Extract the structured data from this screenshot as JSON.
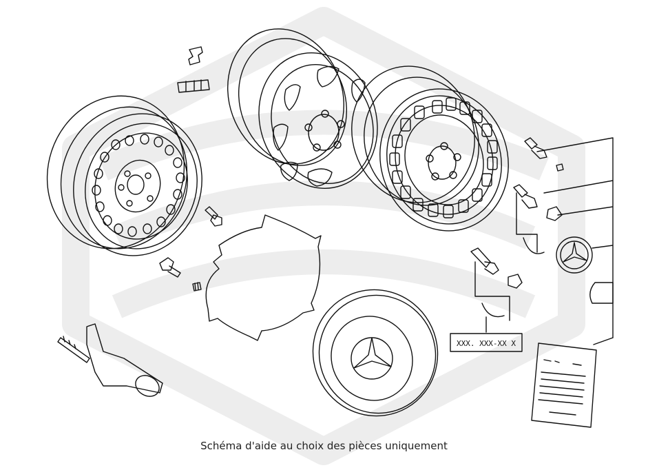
{
  "caption": "Schéma d'aide au choix des pièces uniquement",
  "part_number_label": "XXX. XXX-XX X",
  "colors": {
    "line": "#111111",
    "watermark": "#ededed",
    "background": "#ffffff"
  },
  "icons": [
    "watermark-logo",
    "steel-wheel",
    "alloy-wheel",
    "spoked-alloy-wheel",
    "hubcap",
    "star-emblem",
    "instruction-sheet"
  ]
}
